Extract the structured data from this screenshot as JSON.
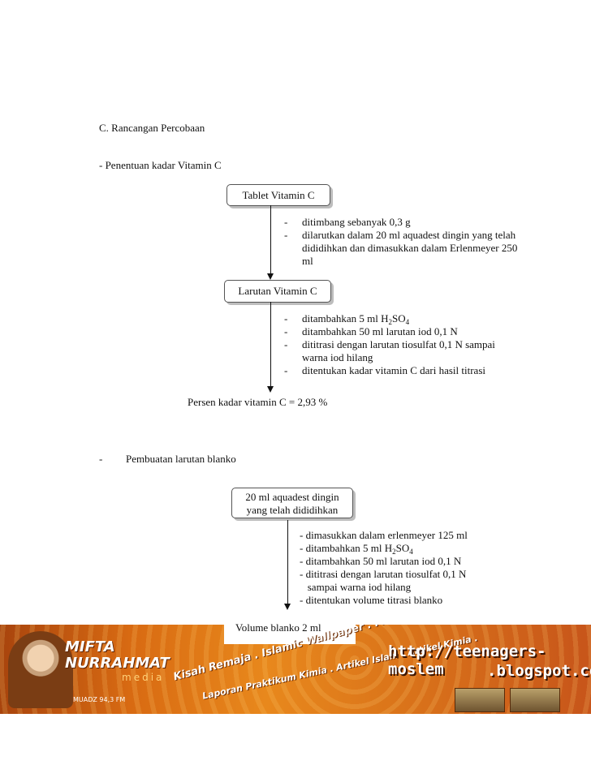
{
  "section_heading": "C.  Rancangan Percobaan",
  "part1": {
    "heading": "- Penentuan kadar Vitamin C",
    "box1": "Tablet Vitamin C",
    "steps1": [
      "ditimbang sebanyak 0,3 g",
      "dilarutkan dalam 20 ml aquadest dingin yang telah dididihkan dan dimasukkan dalam Erlenmeyer 250 ml"
    ],
    "box2": "Larutan Vitamin C",
    "steps2_prefix": "ditambahkan 5 ml H",
    "steps2_sub1": "2",
    "steps2_mid": "SO",
    "steps2_sub2": "4",
    "steps2": [
      "ditambahkan 50 ml larutan iod 0,1 N",
      "dititrasi dengan larutan tiosulfat 0,1 N sampai warna iod hilang",
      "ditentukan kadar vitamin C dari hasil titrasi"
    ],
    "result": "Persen kadar vitamin C = 2,93 %",
    "dash": "-"
  },
  "part2": {
    "heading_dash": "-",
    "heading": "Pembuatan larutan blanko",
    "box_line1": "20 ml aquadest dingin",
    "box_line2": "yang telah dididihkan",
    "step1": "- dimasukkan dalam erlenmeyer 125 ml",
    "step2_prefix": "- ditambahkan 5 ml H",
    "step2_sub1": "2",
    "step2_mid": "SO",
    "step2_sub2": "4",
    "step3": "- ditambahkan 50 ml larutan iod 0,1 N",
    "step4": "- dititrasi dengan larutan tiosulfat 0,1 N",
    "step4b": "   sampai warna iod hilang",
    "step5": "- ditentukan volume titrasi blanko",
    "result": "Volume blanko 2 ml"
  },
  "banner": {
    "logo": "MIFTA NURRAHMAT",
    "media": "media",
    "radio": "MUADZ 94,3 FM",
    "slogan": "Kisah Remaja . Islamic Wallpaper . Murattal Qur'an . Naasyiid .",
    "subslogan": "Laporan Praktikum Kimia . Artikel Islam . Artikel Kimia .",
    "url_line1": "http://teenagers-moslem",
    "url_line2": ".blogspot.com",
    "colors": {
      "orange": "#e8881c",
      "dark": "#a8440d"
    }
  }
}
